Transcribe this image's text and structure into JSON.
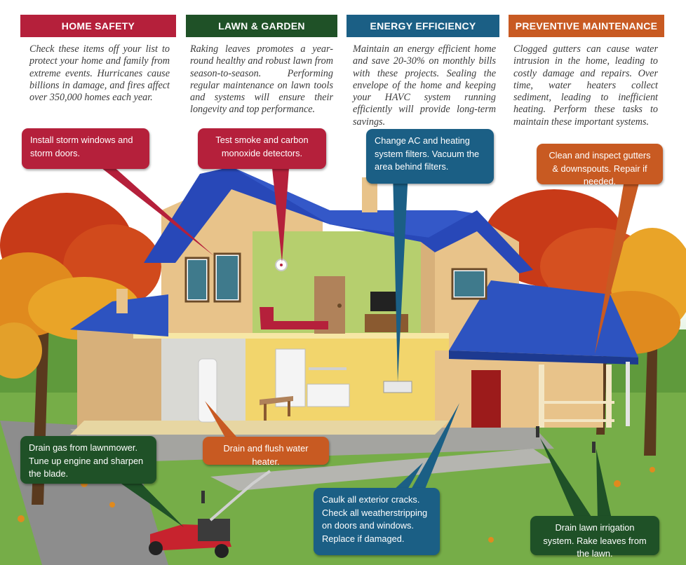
{
  "categories": [
    {
      "title": "HOME SAFETY",
      "color": "#b5203b",
      "text": "Check these items off your list to protect your home and family from extreme events. Hurricanes cause billions in damage, and fires affect over 350,000 homes each year."
    },
    {
      "title": "LAWN & GARDEN",
      "color": "#1f5127",
      "text": "Raking leaves promotes a year-round healthy and robust lawn from season-to-season. Performing regular maintenance on lawn tools and systems will ensure their longevity and top performance."
    },
    {
      "title": "ENERGY EFFICIENCY",
      "color": "#1b5f85",
      "text": "Maintain an energy efficient home and save 20-30% on monthly bills with these projects. Sealing the envelope of the home and keeping your HAVC system running efficiently will provide long-term savings."
    },
    {
      "title": "PREVENTIVE MAINTENANCE",
      "color": "#c85a22",
      "text": "Clogged gutters can cause water intrusion in the home, leading to costly damage and repairs. Over time, water heaters collect sediment, leading to inefficient heating. Perform these tasks to maintain these important systems."
    }
  ],
  "callouts": {
    "storm_windows": "Install storm windows and storm doors.",
    "smoke_detectors": "Test smoke and carbon monoxide detectors.",
    "ac_filters": "Change AC and heating system filters. Vacuum the area behind filters.",
    "gutters": "Clean and inspect gutters & downspouts. Repair if needed.",
    "lawnmower": "Drain gas from lawnmower. Tune up engine and sharpen the blade.",
    "water_heater": "Drain and flush water heater.",
    "caulk": "Caulk all exterior cracks. Check all weatherstripping on doors and windows. Replace if damaged.",
    "irrigation": "Drain lawn irrigation system. Rake leaves from the lawn."
  }
}
